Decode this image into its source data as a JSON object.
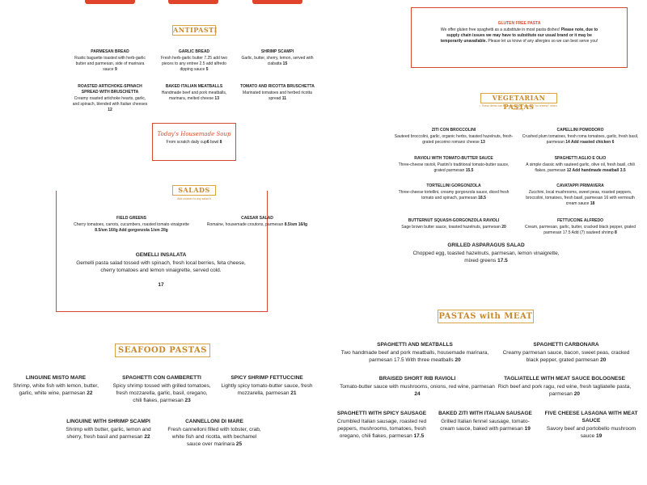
{
  "sections": {
    "antipasti": "ANTIPASTI",
    "salads": "SALADS",
    "salads_note": "Add chicken to any salad 6",
    "vegetarian": "VEGETARIAN PASTAS",
    "vegetarian_note": "= These items can be made vegan, request \"no cheese\" when ordering",
    "seafood": "SEAFOOD PASTAS",
    "meat": "PASTAS with MEAT"
  },
  "gluten_free": {
    "title": "GLUTEN FREE PASTA",
    "body1": "We offer gluten free spaghetti as a substitute in most pasta dishes!",
    "body2": "Please note, due to supply chain issues we may have to substitute our usual brand or it may be temporarily unavailable.",
    "body3": "Please let us know of any allergies so we can best serve you!"
  },
  "soup": {
    "title": "Today's Housemade Soup",
    "desc": "From scratch daily cup",
    "price1": "6",
    "sep": " bowl ",
    "price2": "8"
  },
  "antipasti": [
    {
      "name": "PARMESAN BREAD",
      "desc": "Rustic baguette toasted with herb-garlic butter and parmesan, side of marinara sauce",
      "price": "9"
    },
    {
      "name": "GARLIC BREAD",
      "desc": "Fresh herb-garlic butter 7.25 add two pieces to any entree 2.5 add alfredo dipping sauce",
      "price": "5"
    },
    {
      "name": "SHRIMP SCAMPI",
      "desc": "Garlic, butter, sherry, lemon, served with ciabatta",
      "price": "15"
    },
    {
      "name": "ROASTED ARTICHOKE-SPINACH SPREAD WITH BRUSCHETTA",
      "desc": "Creamy roasted artichoke hearts, garlic, and spinach, blended with Italian cheeses",
      "price": "12"
    },
    {
      "name": "BAKED ITALIAN MEATBALLS",
      "desc": "Handmade beef and pork meatballs, marinara, melted cheese",
      "price": "13"
    },
    {
      "name": "TOMATO AND RICOTTA BRUSCHETTA",
      "desc": "Marinated tomatoes and herbed ricotta spread",
      "price": "11"
    }
  ],
  "salads": [
    {
      "name": "FIELD GREENS",
      "desc": "Cherry tomatoes, carrots, cucumbers, roasted tomato vinaigrette",
      "price": "8.5/sm 16/lg Add gorgonzola 1/sm 2/lg"
    },
    {
      "name": "CAESAR SALAD",
      "desc": "Romaine, housemade croutons, parmesan",
      "price": "8.5/sm 16/lg"
    },
    {
      "name": "GEMELLI INSALATA",
      "desc": "Gemelli pasta salad tossed with spinach, fresh local berries, feta cheese, cherry tomatoes and lemon vinaigrette, served cold.",
      "price": "17"
    }
  ],
  "vegetarian": [
    {
      "name": "ZITI CON BROCCOLINI",
      "desc": "Sauteed broccolini, garlic, organic herbs, toasted hazelnuts, fresh-grated pecorino romano cheese",
      "price": "13"
    },
    {
      "name": "CAPELLINI POMODORO",
      "desc": "Crushed plum tomatoes, fresh roma tomatoes, garlic, fresh basil, parmesan",
      "price": "14 Add roasted chicken 6"
    },
    {
      "name": "RAVIOLI WITH TOMATO-BUTTER SAUCE",
      "desc": "Three-cheese ravioli, Pastini's traditional tomato-butter sauce, grated parmesan",
      "price": "15.5"
    },
    {
      "name": "SPAGHETTI AGLIO E OLIO",
      "desc": "A simple classic with sauteed garlic, olive oil, fresh basil, chili flakes, parmesan",
      "price": "12 Add handmade meatball 3.5"
    },
    {
      "name": "TORTELLINI GORGONZOLA",
      "desc": "Three-cheese tortellini, creamy gorgonzola sauce, diced fresh tomato and spinach, parmesan",
      "price": "18.5"
    },
    {
      "name": "CAVATAPPI PRIMAVERA",
      "desc": "Zucchini, local mushrooms, sweet peas, roasted peppers, broccolini, tomatoes, fresh basil, parmesan 16 with vermouth cream sauce",
      "price": "18"
    },
    {
      "name": "BUTTERNUT SQUASH-GORGONZOLA RAVIOLI",
      "desc": "Sage brown butter sauce, toasted hazelnuts, parmesan",
      "price": "20"
    },
    {
      "name": "FETTUCCINE ALFREDO",
      "desc": "Cream, parmesan, garlic, butter, cracked black pepper, grated parmesan 17.5 Add (7) sauteed shrimp",
      "price": "8"
    },
    {
      "name": "GRILLED ASPARAGUS SALAD",
      "desc": "Chopped egg, toasted hazelnuts, parmesan, lemon vinaigrette, mixed greens",
      "price": "17.5"
    }
  ],
  "seafood": [
    {
      "name": "LINGUINE MISTO MARE",
      "desc": "Shrimp, white fish with lemon, butter, garlic, white wine, parmesan",
      "price": "22"
    },
    {
      "name": "SPAGHETTI CON GAMBERETTI",
      "desc": "Spicy shrimp tossed with grilled tomatoes, fresh mozzarella, garlic, basil, oregano, chili flakes, parmesan",
      "price": "23"
    },
    {
      "name": "SPICY SHRIMP FETTUCCINE",
      "desc": "Lightly spicy tomato-butter sauce, fresh mozzarella, parmesan",
      "price": "21"
    },
    {
      "name": "LINGUINE WITH SHRIMP SCAMPI",
      "desc": "Shrimp with butter, garlic, lemon and sherry, fresh basil and parmesan",
      "price": "22"
    },
    {
      "name": "CANNELLONI DI MARE",
      "desc": "Fresh cannelloni filled with lobster, crab, white fish and ricotta, with bechamel sauce over marinara",
      "price": "25"
    }
  ],
  "meat": [
    {
      "name": "SPAGHETTI AND MEATBALLS",
      "desc": "Two handmade beef and pork meatballs, housemade marinara, parmesan 17.5 With three meatballs",
      "price": "20"
    },
    {
      "name": "SPAGHETTI CARBONARA",
      "desc": "Creamy parmesan sauce, bacon, sweet peas, cracked black pepper, grated parmesan",
      "price": "20"
    },
    {
      "name": "BRAISED SHORT RIB RAVIOLI",
      "desc": "Tomato-butter sauce with mushrooms, onions, red wine, parmesan",
      "price": "24"
    },
    {
      "name": "TAGLIATELLE WITH MEAT SAUCE BOLOGNESE",
      "desc": "Rich beef and pork ragu, red wine, fresh tagliatelle pasta, parmesan",
      "price": "20"
    },
    {
      "name": "SPAGHETTI WITH SPICY SAUSAGE",
      "desc": "Crumbled Italian sausage, roasted red peppers, mushrooms, tomatoes, fresh oregano, chili flakes, parmesan",
      "price": "17.5"
    },
    {
      "name": "BAKED ZITI WITH ITALIAN SAUSAGE",
      "desc": "Grilled Italian fennel sausage, tomato-cream sauce, baked with parmesan",
      "price": "19"
    },
    {
      "name": "FIVE CHEESE LASAGNA WITH MEAT SAUCE",
      "desc": "Savory beef and portobello mushroom sauce",
      "price": "19"
    }
  ],
  "colors": {
    "accent_red": "#e0452b",
    "accent_gold": "#d9a441",
    "soup_red": "#d34a2e"
  }
}
